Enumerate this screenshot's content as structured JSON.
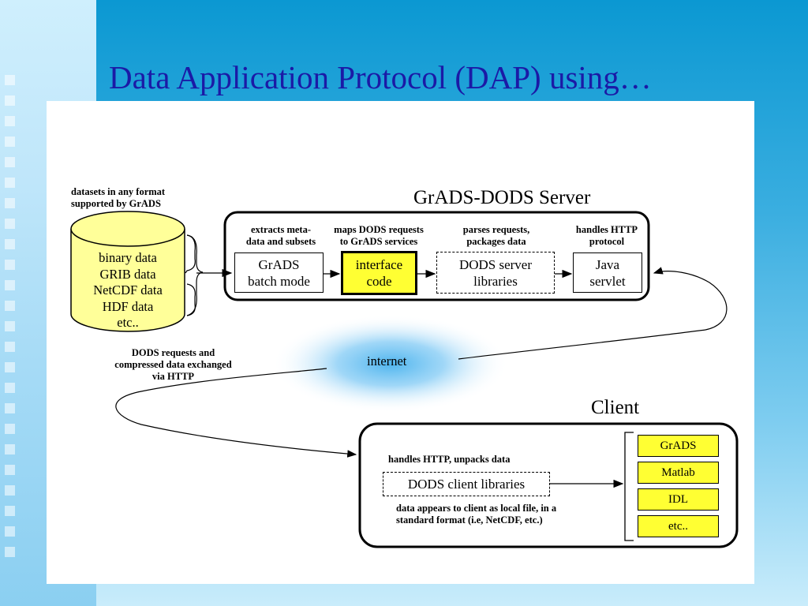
{
  "slide": {
    "title": "Data Application Protocol (DAP) using…"
  },
  "diagram": {
    "datasets_label": [
      "datasets in any format",
      "supported by GrADS"
    ],
    "datasets": [
      "binary data",
      "GRIB data",
      "NetCDF data",
      "HDF data",
      "etc.."
    ],
    "server_title": "GrADS-DODS Server",
    "server_steps": [
      {
        "caption": [
          "extracts meta-",
          "data and subsets"
        ],
        "box": [
          "GrADS",
          "batch mode"
        ],
        "style": "solid"
      },
      {
        "caption": [
          "maps DODS requests",
          "to GrADS services"
        ],
        "box": [
          "interface",
          "code"
        ],
        "style": "highlight"
      },
      {
        "caption": [
          "parses requests,",
          "packages data"
        ],
        "box": [
          "DODS server",
          "libraries"
        ],
        "style": "dashed"
      },
      {
        "caption": [
          "handles HTTP",
          "protocol"
        ],
        "box": [
          "Java",
          "servlet"
        ],
        "style": "solid"
      }
    ],
    "internet_label": "internet",
    "exchange_label": [
      "DODS requests and",
      "compressed data exchanged",
      "via HTTP"
    ],
    "client_title": "Client",
    "client_top_caption": "handles HTTP, unpacks data",
    "client_box": "DODS client libraries",
    "client_bottom_caption": [
      "data appears to client as local file, in a",
      "standard format (i.e, NetCDF, etc.)"
    ],
    "client_apps": [
      "GrADS",
      "Matlab",
      "IDL",
      "etc.."
    ],
    "colors": {
      "highlight": "#ffff33",
      "cylinder": "#ffff99",
      "title": "#1b1aa6",
      "internet_glow": "#5bbcf0"
    }
  }
}
